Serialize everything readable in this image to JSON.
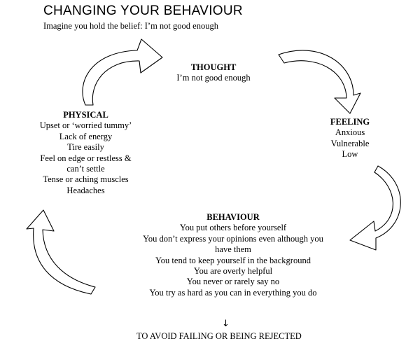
{
  "header": {
    "title": "CHANGING YOUR BEHAVIOUR",
    "subtitle": "Imagine you hold the belief: I’m not good enough"
  },
  "thought": {
    "heading": "THOUGHT",
    "lines": [
      "I’m not good enough"
    ]
  },
  "feeling": {
    "heading": "FEELING",
    "lines": [
      "Anxious",
      "Vulnerable",
      "Low"
    ]
  },
  "physical": {
    "heading": "PHYSICAL",
    "lines": [
      "Upset or ‘worried tummy’",
      "Lack of energy",
      "Tire easily",
      "Feel on edge or restless &",
      "can’t settle",
      "Tense or aching muscles",
      "Headaches"
    ]
  },
  "behaviour": {
    "heading": "BEHAVIOUR",
    "lines": [
      "You put others before yourself",
      "You don’t express your opinions even although you",
      "have them",
      "You tend to keep yourself in the background",
      "You are overly helpful",
      "You never or rarely say no",
      "You try as hard as you can in everything you do"
    ]
  },
  "outcome": {
    "arrow_glyph": "↓",
    "text": "TO AVOID FAILING OR BEING REJECTED"
  }
}
